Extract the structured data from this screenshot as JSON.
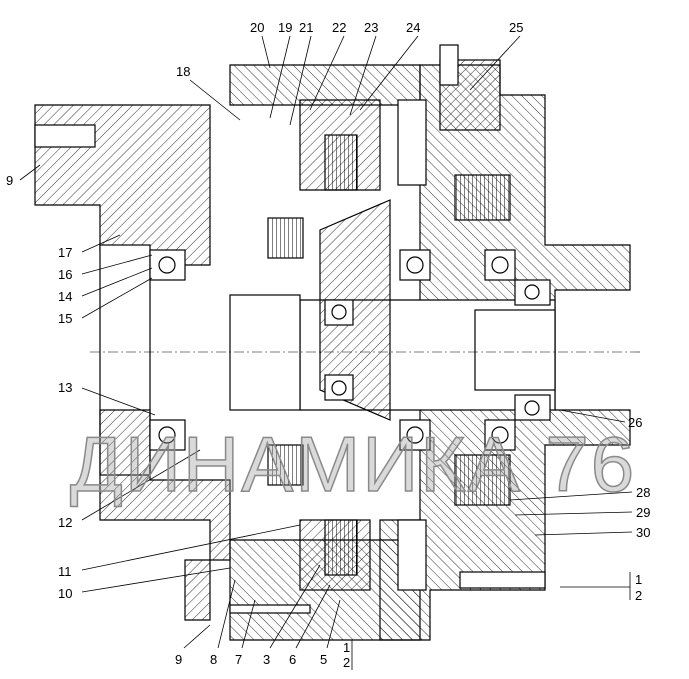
{
  "diagram": {
    "watermark": "ДИНАМИКА 76",
    "callouts": {
      "c20": "20",
      "c19": "19",
      "c21": "21",
      "c22": "22",
      "c23": "23",
      "c24": "24",
      "c25": "25",
      "c18": "18",
      "c9a": "9",
      "c17": "17",
      "c16": "16",
      "c14": "14",
      "c15": "15",
      "c13": "13",
      "c12": "12",
      "c11": "11",
      "c10": "10",
      "c9b": "9",
      "c8": "8",
      "c7": "7",
      "c3": "3",
      "c6": "6",
      "c5": "5",
      "c1b": "1",
      "c2b": "2",
      "c26": "26",
      "c28": "28",
      "c29": "29",
      "c30": "30",
      "c1r": "1",
      "c2r": "2"
    }
  }
}
